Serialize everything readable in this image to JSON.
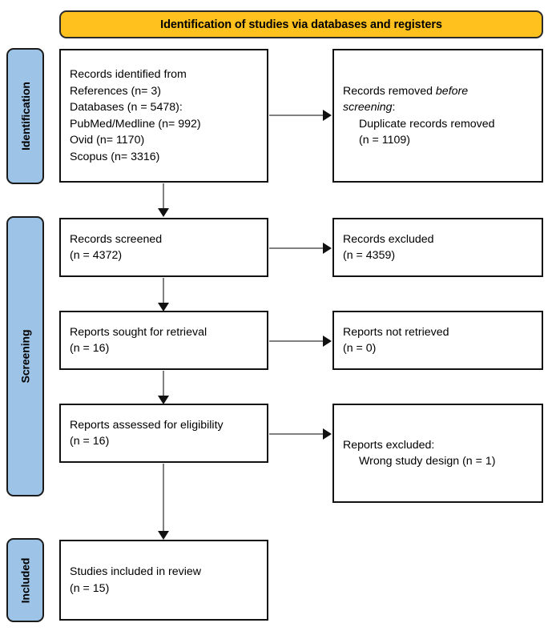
{
  "banner": {
    "title": "Identification of studies via databases and registers",
    "color": "#FFC11E"
  },
  "stages": [
    {
      "id": "identification",
      "label": "Identification",
      "color": "#9DC3E6"
    },
    {
      "id": "screening",
      "label": "Screening",
      "color": "#9DC3E6"
    },
    {
      "id": "included",
      "label": "Included",
      "color": "#9DC3E6"
    }
  ],
  "boxes": {
    "records_identified": {
      "l1": "Records identified from",
      "l2": "References (n= 3)",
      "l3": "Databases (n = 5478):",
      "l4": "PubMed/Medline (n= 992)",
      "l5": "Ovid (n= 1170)",
      "l6": "Scopus (n= 3316)"
    },
    "records_removed": {
      "l1a": "Records removed ",
      "l1b": "before",
      "l2a": "screening",
      "l2b": ":",
      "l3": "Duplicate records removed",
      "l4": "(n = 1109)"
    },
    "records_screened": {
      "l1": "Records screened",
      "l2": "(n = 4372)"
    },
    "records_excluded": {
      "l1": "Records excluded",
      "l2": "(n = 4359)"
    },
    "reports_sought": {
      "l1": "Reports sought for retrieval",
      "l2": "(n = 16)"
    },
    "reports_not_retrieved": {
      "l1": "Reports not retrieved",
      "l2": "(n = 0)"
    },
    "reports_assessed": {
      "l1": "Reports assessed for eligibility",
      "l2": "(n = 16)"
    },
    "reports_excluded": {
      "l1": "Reports excluded:",
      "l2": "Wrong study design (n = 1)"
    },
    "studies_included": {
      "l1": "Studies included in review",
      "l2": "(n = 15)"
    }
  }
}
